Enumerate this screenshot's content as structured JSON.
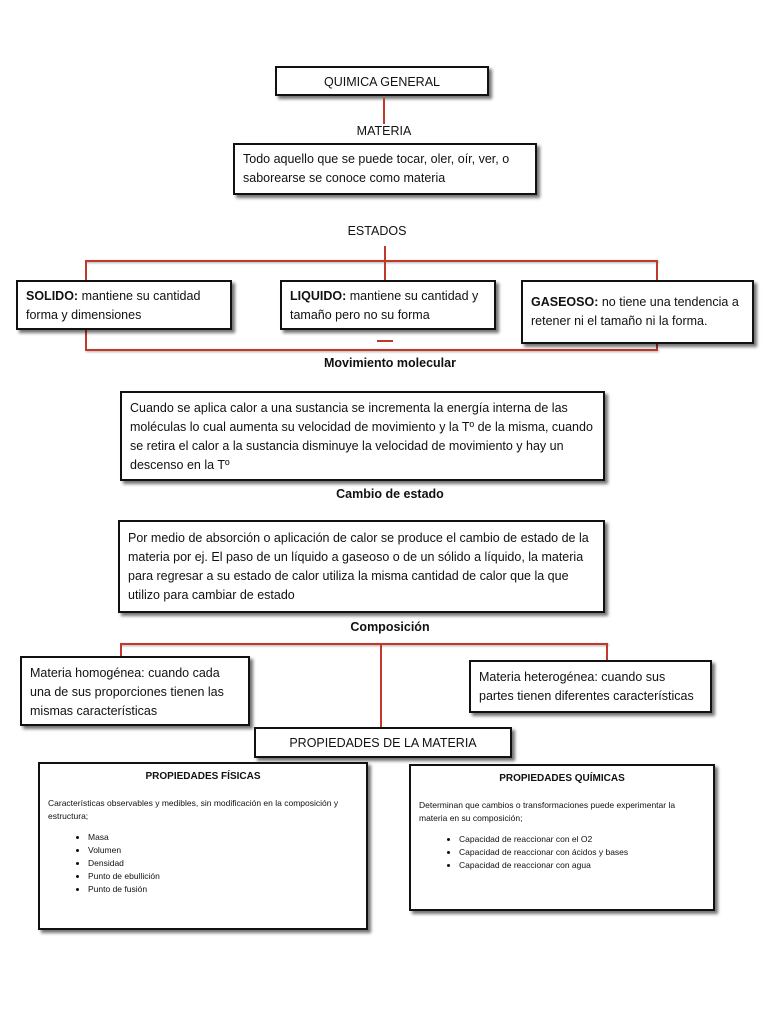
{
  "title": "QUIMICA GENERAL",
  "materia": {
    "label": "MATERIA",
    "text": "Todo aquello que se puede tocar, oler, oír, ver, o saborearse se conoce como materia"
  },
  "estados": {
    "label": "ESTADOS",
    "solido": {
      "term": "SOLIDO:",
      "text": " mantiene su cantidad forma y dimensiones"
    },
    "liquido": {
      "term": "LIQUIDO:",
      "text": " mantiene su cantidad y tamaño pero no su forma"
    },
    "gaseoso": {
      "term": "GASEOSO:",
      "text": " no tiene una tendencia a retener ni el tamaño ni la forma."
    }
  },
  "movimiento": {
    "label": "Movimiento molecular",
    "text": "Cuando se aplica calor a una sustancia se incrementa la energía interna de las moléculas lo cual aumenta su velocidad de movimiento y la Tº de la misma, cuando se retira el calor a la sustancia disminuye la velocidad de movimiento y hay un descenso en la Tº"
  },
  "cambio": {
    "label": "Cambio de estado",
    "text": "Por medio de absorción o aplicación de calor se produce el cambio de estado de la materia por ej. El paso de un líquido a gaseoso o de un sólido a líquido, la materia para regresar a su estado de calor utiliza la misma cantidad de calor que la que utilizo para cambiar de estado"
  },
  "composicion": {
    "label": "Composición",
    "homogenea": "Materia homogénea: cuando cada una de sus proporciones tienen las mismas características",
    "heterogenea": "Materia heterogénea: cuando sus partes tienen diferentes características"
  },
  "propiedades": {
    "title": "PROPIEDADES DE LA MATERIA",
    "fisicas": {
      "title": "PROPIEDADES FÍSICAS",
      "text": "Características observables y medibles, sin modificación en la composición y estructura;",
      "items": [
        "Masa",
        "Volumen",
        "Densidad",
        "Punto de ebullición",
        "Punto de fusión"
      ]
    },
    "quimicas": {
      "title": "PROPIEDADES QUÍMICAS",
      "text": "Determinan que cambios o transformaciones puede experimentar la materia en su composición;",
      "items": [
        "Capacidad de reaccionar con el O2",
        "Capacidad de reaccionar con ácidos y bases",
        "Capacidad de reaccionar con agua"
      ]
    }
  },
  "colors": {
    "connector": "#c0392b",
    "border": "#111111"
  }
}
